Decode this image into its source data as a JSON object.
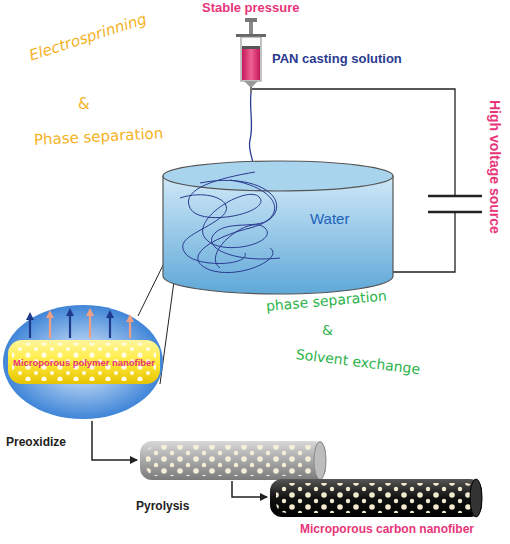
{
  "diagram": {
    "nodes": [
      {
        "text": [
          "Water"
        ]
      },
      {
        "text": [
          "Microporous polymer nanofiber"
        ]
      }
    ],
    "labels": [
      "Stable pressure",
      "PAN casting solution",
      "Electrosprinning",
      "&",
      "Phase separation",
      "High voltage source",
      "phase separation",
      "&",
      "Solvent exchange",
      "Preoxidize",
      "Pyrolysis",
      "Microporous carbon nanofiber"
    ]
  }
}
